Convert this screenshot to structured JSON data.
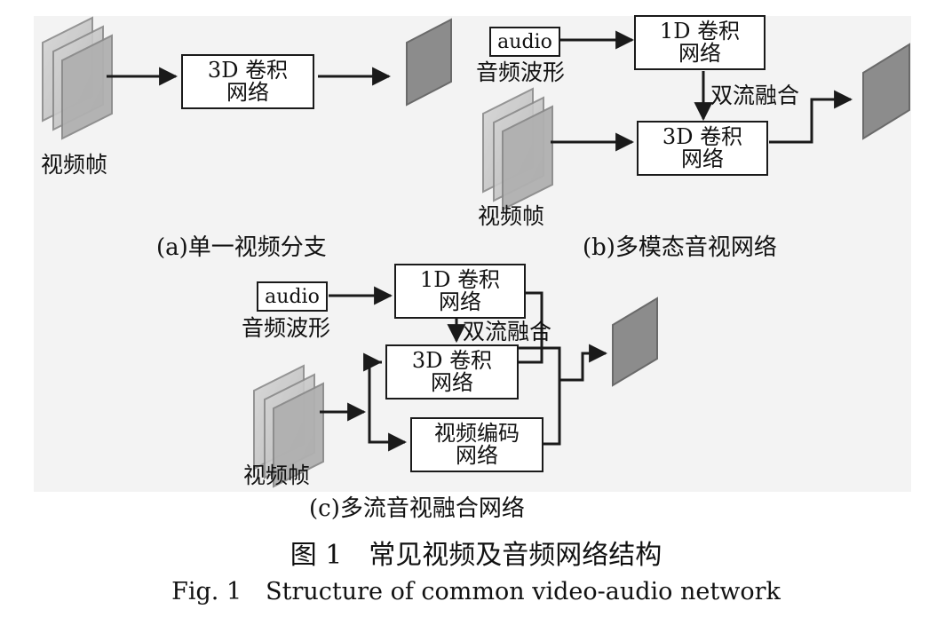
{
  "panel_a": {
    "frames_label": "视频帧",
    "conv3d_line1": "3D 卷积",
    "conv3d_line2": "网络",
    "caption": "(a)单一视频分支"
  },
  "panel_b": {
    "audio_box": "audio",
    "waveform_label": "音频波形",
    "conv1d_line1": "1D 卷积",
    "conv1d_line2": "网络",
    "fusion_label": "双流融合",
    "conv3d_line1": "3D 卷积",
    "conv3d_line2": "网络",
    "frames_label": "视频帧",
    "caption": "(b)多模态音视网络"
  },
  "panel_c": {
    "audio_box": "audio",
    "waveform_label": "音频波形",
    "conv1d_line1": "1D 卷积",
    "conv1d_line2": "网络",
    "fusion_label": "双流融合",
    "conv3d_line1": "3D 卷积",
    "conv3d_line2": "网络",
    "encoder_line1": "视频编码",
    "encoder_line2": "网络",
    "frames_label": "视频帧",
    "caption": "(c)多流音视融合网络"
  },
  "figure": {
    "title_cn": "图 1　常见视频及音频网络结构",
    "title_en": "Fig. 1　Structure of common video-audio network"
  },
  "colors": {
    "panel_background": "#f3f3f3",
    "frame_fill": "#c9c9c9",
    "frame_edge": "#8a8a8a",
    "output_fill": "#8c8c8c",
    "line": "#1a1a1a"
  },
  "icons": {
    "video_frames": "stacked-frames-icon",
    "output_feature": "feature-map-icon"
  }
}
